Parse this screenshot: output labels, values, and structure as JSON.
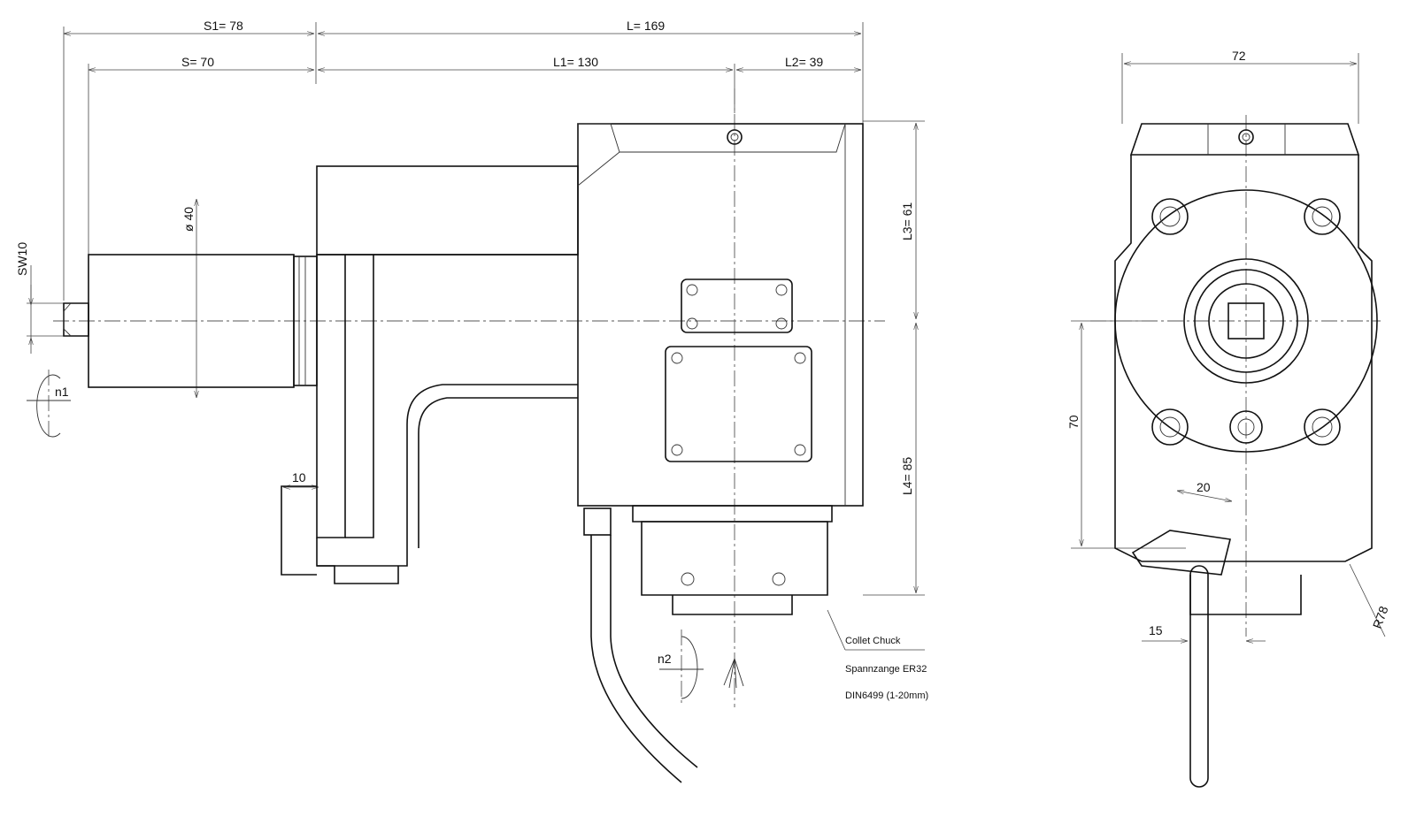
{
  "side_view": {
    "dims": {
      "s1": "S1= 78",
      "l": "L= 169",
      "s": "S= 70",
      "l1": "L1= 130",
      "l2": "L2= 39",
      "dia": "ø 40",
      "sw": "SW10",
      "ten": "10",
      "l3": "L3= 61",
      "l4": "L4= 85"
    },
    "rotation_input": "n1",
    "rotation_output": "n2",
    "callout": {
      "line1": "Collet Chuck",
      "line2": "Spannzange ER32",
      "line3": "DIN6499 (1-20mm)"
    }
  },
  "front_view": {
    "dims": {
      "width": "72",
      "height": "70",
      "offset": "20",
      "shaft": "15",
      "radius": "R78"
    }
  }
}
